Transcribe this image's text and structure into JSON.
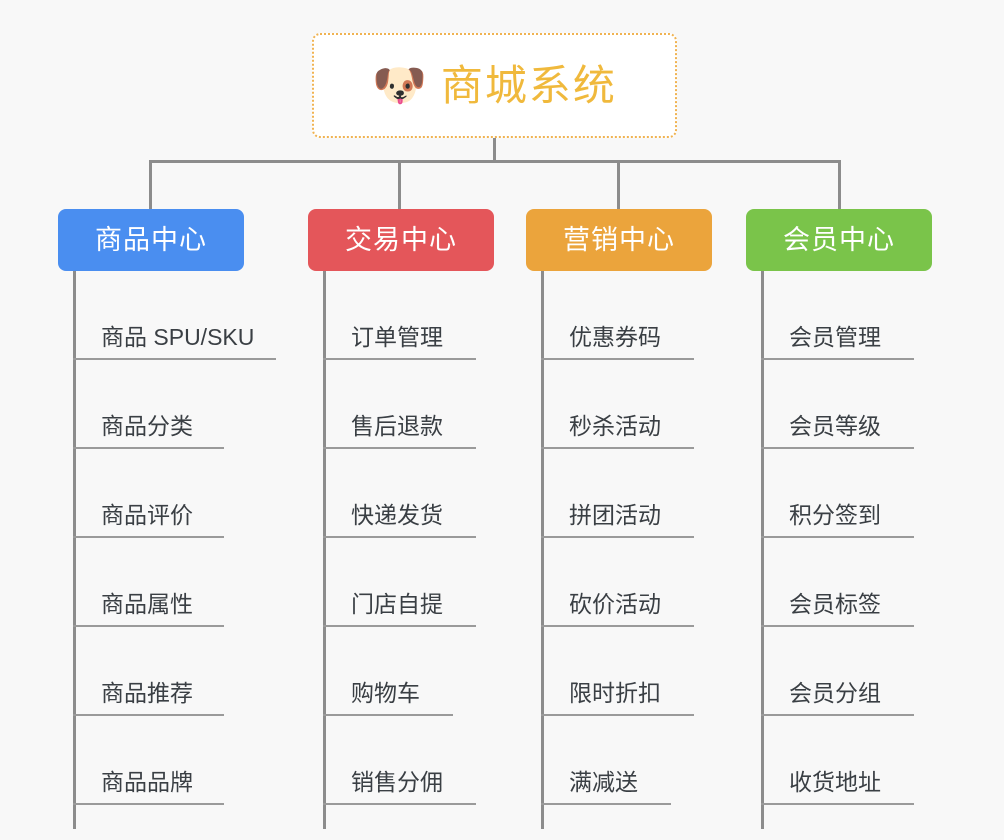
{
  "diagram": {
    "title": "商城系统",
    "root": {
      "icon": "dog-face-icon",
      "icon_glyph": "🐶",
      "label": "商城系统",
      "text_color": "#f0b93c",
      "border_color": "#f0b352",
      "background": "#ffffff"
    },
    "background_color": "#f8f8f8",
    "connector_color": "#8c8c8c",
    "leaf_text_color": "#3a3f44",
    "leaf_rule_color": "#9a9a9a",
    "columns": [
      {
        "label": "商品中心",
        "color": "#4a8ef0",
        "items": [
          "商品 SPU/SKU",
          "商品分类",
          "商品评价",
          "商品属性",
          "商品推荐",
          "商品品牌"
        ]
      },
      {
        "label": "交易中心",
        "color": "#e4565a",
        "items": [
          "订单管理",
          "售后退款",
          "快递发货",
          "门店自提",
          "购物车",
          "销售分佣"
        ]
      },
      {
        "label": "营销中心",
        "color": "#eba43c",
        "items": [
          "优惠券码",
          "秒杀活动",
          "拼团活动",
          "砍价活动",
          "限时折扣",
          "满减送"
        ]
      },
      {
        "label": "会员中心",
        "color": "#7ac44a",
        "items": [
          "会员管理",
          "会员等级",
          "积分签到",
          "会员标签",
          "会员分组",
          "收货地址"
        ]
      }
    ]
  }
}
